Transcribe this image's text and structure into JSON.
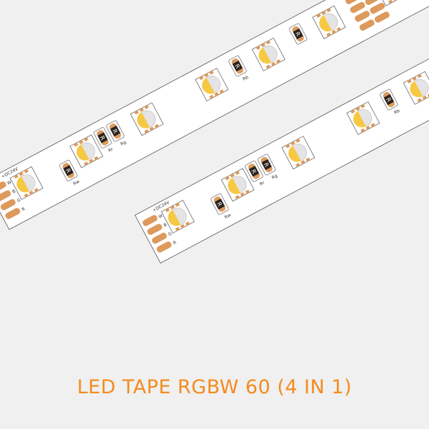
{
  "title": "LED TAPE RGBW 60 (4 IN 1)",
  "labels": {
    "voltage": "+DC24V",
    "pins": [
      "W",
      "B",
      "G",
      "R"
    ],
    "resistor_mark": "R",
    "rw": "Rw",
    "rr": "Rr",
    "rg": "Rg",
    "rb": "Rb"
  },
  "colors": {
    "pad": "#dd9a5c",
    "strip": "#ffffff",
    "outline": "#666666",
    "led_warm": "#f7c842",
    "resistor": "#2a2320",
    "title": "#f48b1f"
  }
}
